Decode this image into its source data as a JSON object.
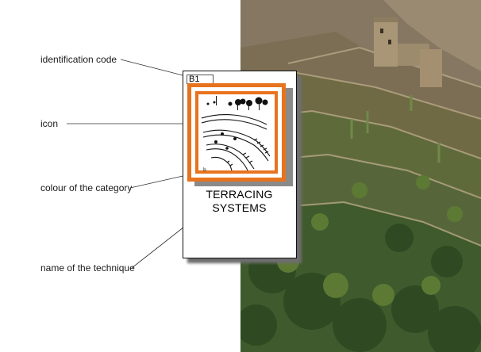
{
  "callouts": {
    "identification_code": "identification code",
    "icon": "icon",
    "colour_of_category": "colour of the category",
    "name_of_technique": "name of the technique"
  },
  "card": {
    "code": "B1",
    "name_line1": "TERRACING",
    "name_line2": "SYSTEMS",
    "icon": "terraces-icon",
    "icon_mark": "b",
    "category_color": "#e8731e"
  },
  "photo": {
    "subject": "terraced-hillside-photo"
  }
}
